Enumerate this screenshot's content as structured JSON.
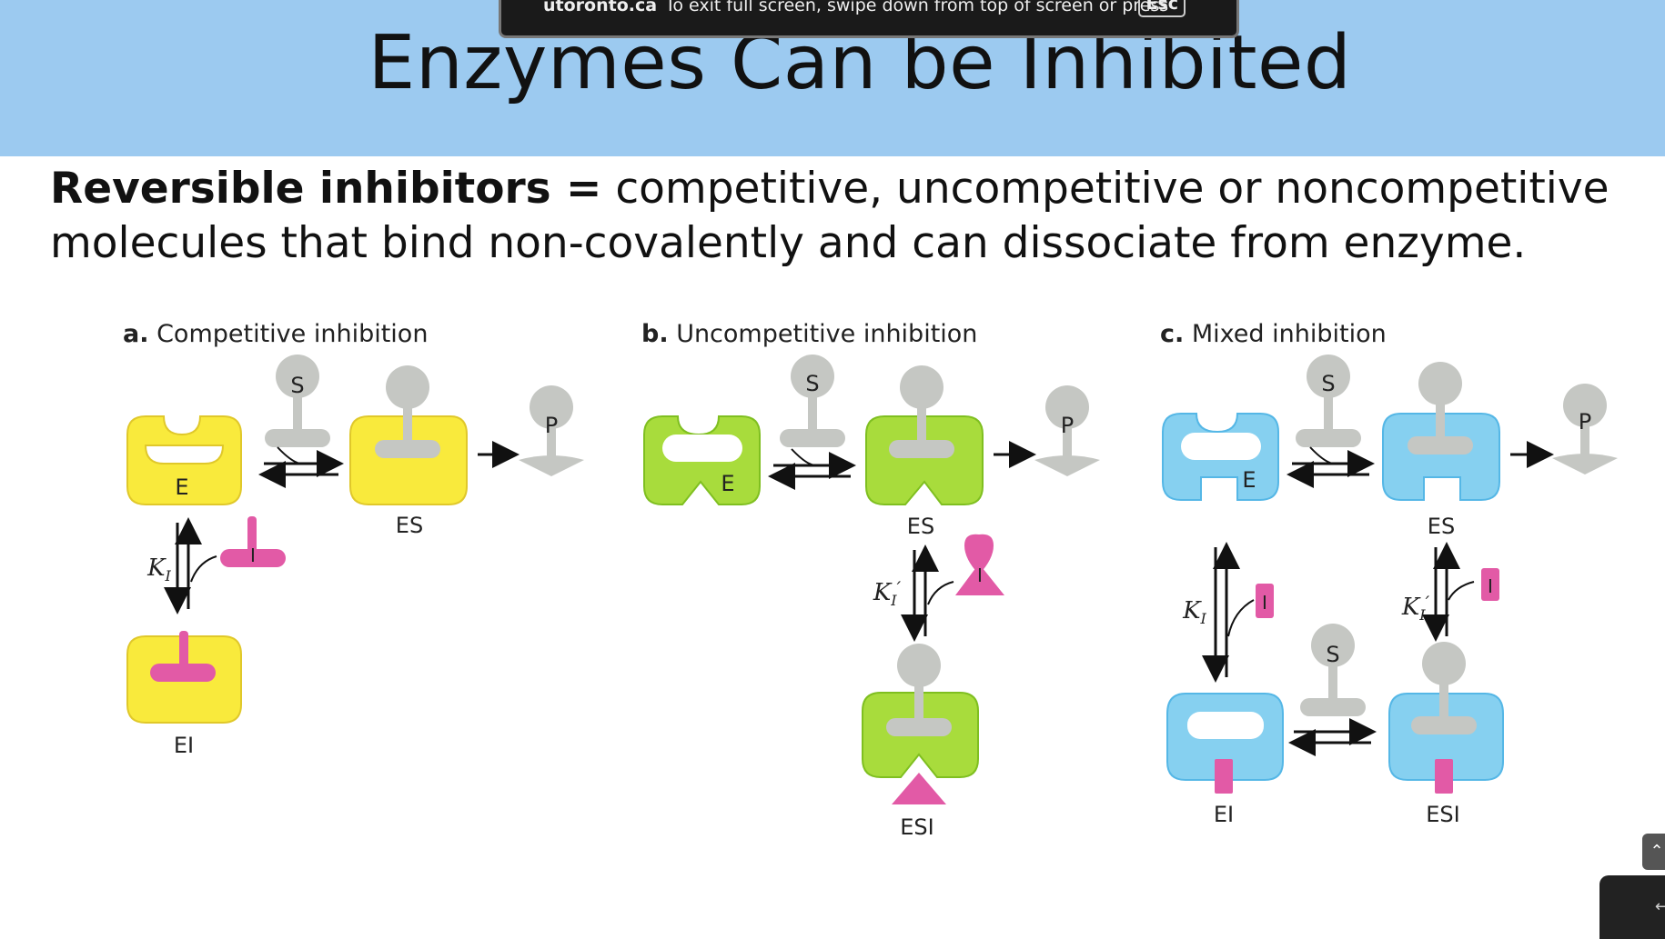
{
  "slide": {
    "title": "Enzymes Can be Inhibited",
    "body_bold": "Reversible inhibitors =",
    "body_rest1": " competitive, uncompetitive or noncompetitive",
    "body_line2": "molecules that bind non-covalently and can dissociate from enzyme."
  },
  "fullscreen_notice": {
    "host": "utoronto.ca",
    "sep": "-",
    "message": "To exit full screen, swipe down from top of screen or press",
    "key": "Esc"
  },
  "panels": {
    "a": {
      "letter": "a.",
      "label": "Competitive inhibition"
    },
    "b": {
      "letter": "b.",
      "label": "Uncompetitive inhibition"
    },
    "c": {
      "letter": "c.",
      "label": "Mixed inhibition"
    }
  },
  "labels": {
    "E": "E",
    "ES": "ES",
    "EI": "EI",
    "ESI": "ESI",
    "S": "S",
    "P": "P",
    "I": "I",
    "K": "K",
    "sub": "I",
    "prime": "′"
  },
  "colors": {
    "header": "#9ccaf0",
    "yellow": "#f9ea3c",
    "green": "#a8dc3c",
    "blue": "#86d0f0",
    "pink": "#e25aa6",
    "gray": "#c5c7c3"
  },
  "icons": {
    "scroll_up": "chevron-up-icon",
    "back": "arrow-left-icon"
  }
}
